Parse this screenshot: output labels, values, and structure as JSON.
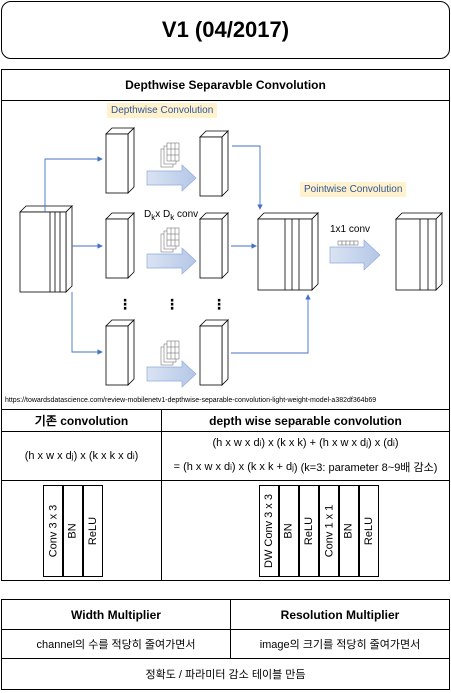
{
  "title": "V1 (04/2017)",
  "section1": {
    "heading": "Depthwise Separavble Convolution",
    "depthwise_tag": "Depthwise Convolution",
    "pointwise_tag": "Pointwise Convolution",
    "dk_label_a": "D",
    "dk_sub_a": "k",
    "dk_label_b": "x D",
    "dk_sub_b": "k",
    "dk_label_c": " conv",
    "conv11_label": "1x1 conv",
    "ellipsis": "⋮",
    "source_url": "https://towardsdatascience.com/review-mobilenetv1-depthwise-separable-convolution-light-weight-model-a382df364b69"
  },
  "compare": {
    "left_header": "기존 convolution",
    "right_header": "depth wise separable convolution",
    "left_formula": {
      "p1": "(h x w x d",
      "s1": "j",
      "p2": ") x (k x k x d",
      "s2": "i",
      "p3": ")"
    },
    "right_formula_1": {
      "p1": "(h x w x d",
      "s1": "i",
      "p2": ") x (k x k) + (h x w x d",
      "s2": "j",
      "p3": ") x (d",
      "s3": "i",
      "p4": ")"
    },
    "right_formula_2": {
      "p1": "= (h x w x d",
      "s1": "i",
      "p2": ") x (k x k + d",
      "s2": "j",
      "p3": ") (k=3: parameter 8~9배 감소)"
    },
    "left_layers": [
      "Conv 3 x 3",
      "BN",
      "ReLU"
    ],
    "right_layers": [
      "DW Conv 3 x 3",
      "BN",
      "ReLU",
      "Conv 1 x 1",
      "BN",
      "ReLU"
    ]
  },
  "multipliers": {
    "width_header": "Width Multiplier",
    "resolution_header": "Resolution Multiplier",
    "width_desc": "channel의 수를 적당히 줄여가면서",
    "resolution_desc": "image의 크기를 적당히 줄여가면서",
    "footer": "정확도 / 파라미터 감소 테이블 만듬"
  },
  "colors": {
    "arrow_blue": "#4472c4",
    "arrow_fill": "#dae3f3",
    "tag_bg": "#fff2cc",
    "tag_text": "#2f5597"
  }
}
